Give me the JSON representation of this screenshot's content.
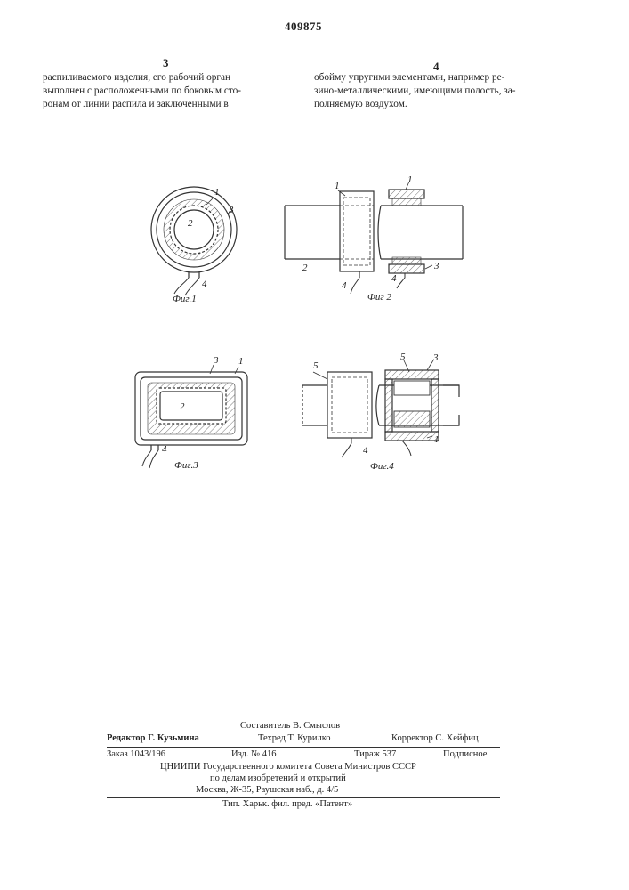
{
  "patent_number": "409875",
  "left_column": {
    "number": "3",
    "lines": [
      "распиливаемого изделия, его рабочий орган",
      "выполнен с расположенными по боковым сто-",
      "ронам от линии распила и заключенными в"
    ]
  },
  "right_column": {
    "number": "4",
    "lines": [
      "обойму упругими элементами, например ре-",
      "зино-металлическими, имеющими полость, за-",
      "полняемую воздухом."
    ]
  },
  "figures": {
    "fig1": {
      "caption": "Фиг.1",
      "labels": [
        "1",
        "2",
        "3",
        "4"
      ]
    },
    "fig2": {
      "caption": "Фиг 2",
      "labels": [
        "1",
        "1",
        "2",
        "3",
        "4",
        "4"
      ]
    },
    "fig3": {
      "caption": "Фиг.3",
      "labels": [
        "1",
        "2",
        "3",
        "4"
      ]
    },
    "fig4": {
      "caption": "Фиг.4",
      "labels": [
        "5",
        "5",
        "3",
        "4",
        "1"
      ]
    }
  },
  "footer": {
    "compiler": "Составитель   В. Смыслов",
    "editor": "Редактор  Г. Кузьмина",
    "techred": "Техред  Т. Курилко",
    "corrector": "Корректор  С. Хейфиц",
    "order": "Заказ 1043/196",
    "izd": "Изд. № 416",
    "tirazh": "Тираж  537",
    "podpisnoe": "Подписное",
    "org1": "ЦНИИПИ Государственного комитета Совета Министров СССР",
    "org2": "по делам изобретений и открытий",
    "address": "Москва, Ж-35, Раушская наб., д. 4/5",
    "printer": "Тип. Харьк. фил. пред. «Патент»"
  }
}
